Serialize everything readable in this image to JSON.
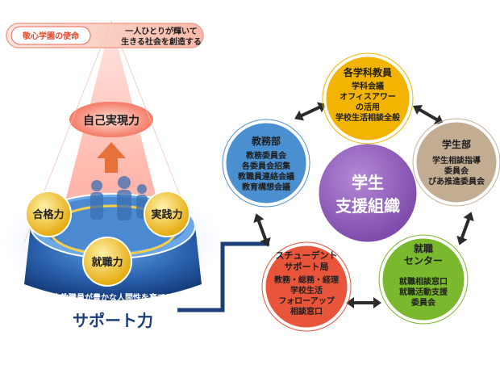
{
  "mission": {
    "label": "敬心学園の使命",
    "line1": "一人ひとりが輝いて",
    "line2": "生きる社会を創造する"
  },
  "pyramid": {
    "apex_label": "自己実現力",
    "abilities": [
      "合格力",
      "実践力",
      "就職力"
    ],
    "base_caption": "全教職員が豊かな人間性を育てる",
    "base_title": "サポート力"
  },
  "network": {
    "center": {
      "line1": "学生",
      "line2": "支援組織"
    },
    "nodes": [
      {
        "id": "faculty",
        "title": "各学科教員",
        "lines": [
          "学科会議",
          "オフィスアワー",
          "の活用",
          "学校生活相談全般"
        ],
        "color": "#f2b400"
      },
      {
        "id": "student-affairs",
        "title": "学生部",
        "lines": [
          "学生相談指導",
          "委員会",
          "ぴあ推進委員会"
        ],
        "color": "#c2ad92"
      },
      {
        "id": "career-center",
        "title_lines": [
          "就職",
          "センター"
        ],
        "lines": [
          "就職相談窓口",
          "就職活動支援",
          "委員会"
        ],
        "color": "#7ab82e"
      },
      {
        "id": "student-support-office",
        "title_lines": [
          "スチューデント",
          "サポート局"
        ],
        "lines": [
          "教務・総務・経理",
          "学校生活",
          "フォローアップ",
          "相談窓口"
        ],
        "color": "#e8553a"
      },
      {
        "id": "academic-affairs",
        "title": "教務部",
        "lines": [
          "教務委員会",
          "各委員会招集",
          "教職員連絡会議",
          "教育構想会議"
        ],
        "color": "#4a8fd0"
      }
    ]
  },
  "colors": {
    "navy": "#1c3f7a",
    "orange": "#e8832a",
    "purple": "#8a5ab5",
    "gold": "#e8a400"
  }
}
